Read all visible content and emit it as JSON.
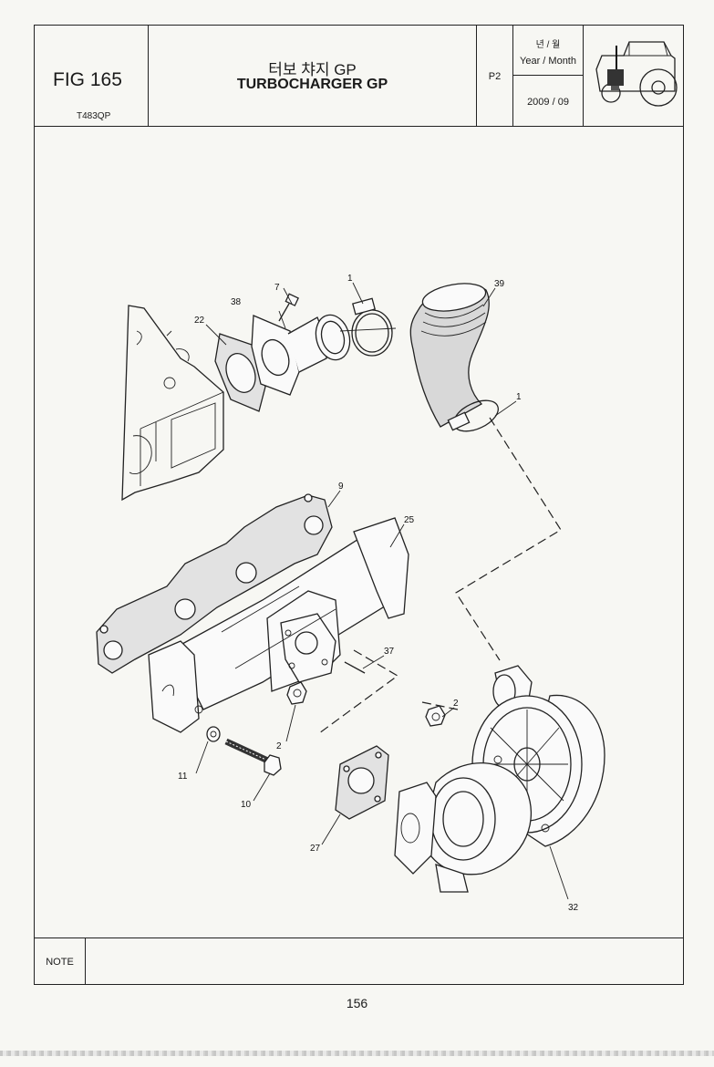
{
  "header": {
    "fig_label": "FIG 165",
    "model_code": "T483QP",
    "title_korean": "터보 챠지 GP",
    "title_english": "TURBOCHARGER GP",
    "page_code": "P2",
    "year_month_label_korean": "년 / 월",
    "year_month_label_english": "Year / Month",
    "year_month_value": "2009  / 09",
    "tractor_icon": "tractor-icon"
  },
  "diagram": {
    "callouts": {
      "c1a": "1",
      "c1b": "1",
      "c2a": "2",
      "c2b": "2",
      "c7": "7",
      "c9": "9",
      "c10": "10",
      "c11": "11",
      "c22": "22",
      "c25": "25",
      "c27": "27",
      "c32": "32",
      "c37": "37",
      "c38": "38",
      "c39": "39"
    }
  },
  "note": {
    "label": "NOTE",
    "text": ""
  },
  "page_number": "156"
}
